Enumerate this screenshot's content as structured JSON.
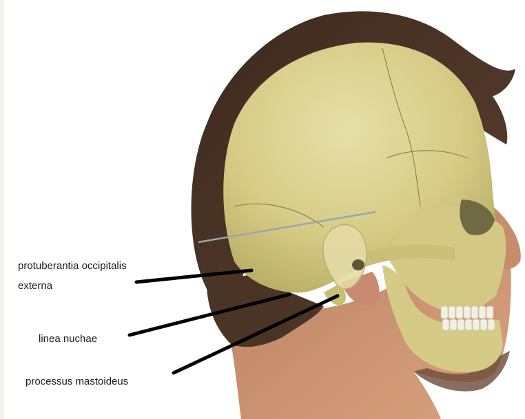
{
  "figure": {
    "labels": [
      {
        "id": "protuberantia",
        "lines": [
          "protuberantia occipitalis",
          "externa"
        ]
      },
      {
        "id": "linea",
        "lines": [
          "linea nuchae"
        ]
      },
      {
        "id": "processus",
        "lines": [
          "processus mastoideus"
        ]
      }
    ]
  },
  "colors": {
    "background": "#ffffff",
    "hair": "#4a3426",
    "skin": "#c98e6e",
    "bone": "#d8cf8c",
    "bone_shadow": "#b5ab62",
    "leader_line": "#000000",
    "label_text": "#1a1a1a"
  }
}
